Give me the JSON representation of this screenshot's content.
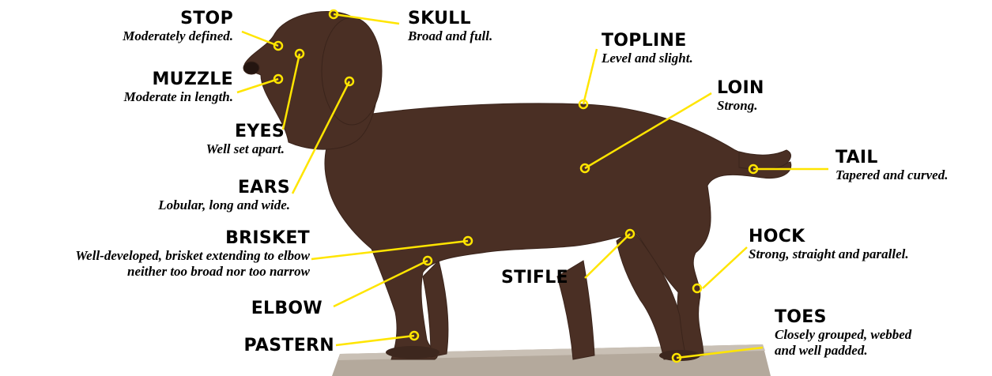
{
  "colors": {
    "leader": "#ffe500",
    "dog_coat": "#4a2f24",
    "platform": "#b4a99c"
  },
  "labels": {
    "stop": {
      "title": "STOP",
      "desc": "Moderately defined."
    },
    "skull": {
      "title": "SKULL",
      "desc": "Broad and full."
    },
    "topline": {
      "title": "TOPLINE",
      "desc": "Level and slight."
    },
    "muzzle": {
      "title": "MUZZLE",
      "desc": "Moderate in length."
    },
    "loin": {
      "title": "LOIN",
      "desc": "Strong."
    },
    "eyes": {
      "title": "EYES",
      "desc": "Well set apart."
    },
    "tail": {
      "title": "TAIL",
      "desc": "Tapered and curved."
    },
    "ears": {
      "title": "EARS",
      "desc": "Lobular, long and wide."
    },
    "brisket": {
      "title": "BRISKET",
      "desc_line1": "Well-developed, brisket extending to elbow",
      "desc_line2": "neither too broad nor too narrow"
    },
    "hock": {
      "title": "HOCK",
      "desc": "Strong, straight and parallel."
    },
    "stifle": {
      "title": "STIFLE"
    },
    "elbow": {
      "title": "ELBOW"
    },
    "toes": {
      "title": "TOES",
      "desc_line1": "Closely grouped, webbed",
      "desc_line2": "and well padded."
    },
    "pastern": {
      "title": "PASTERN"
    }
  }
}
